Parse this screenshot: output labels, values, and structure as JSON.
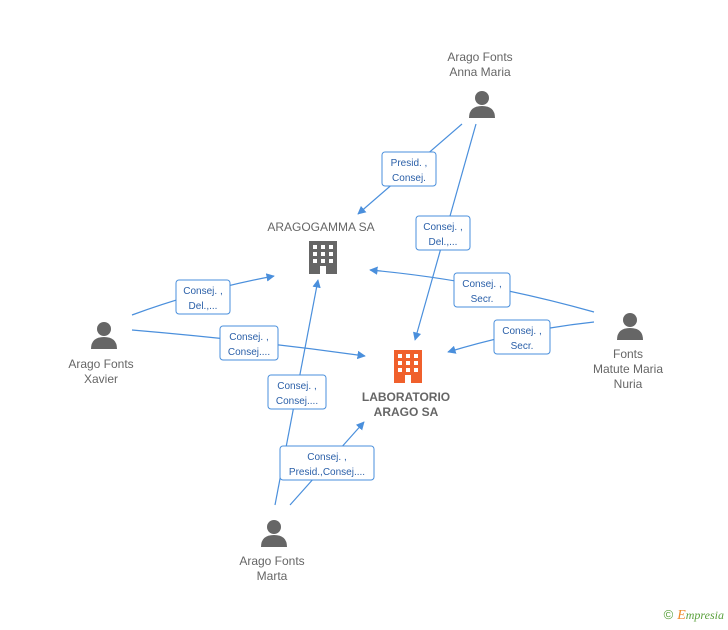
{
  "colors": {
    "edge": "#4a8fdc",
    "person": "#666666",
    "company": "#666666",
    "main_company": "#f0602c"
  },
  "nodes": {
    "anna_maria": {
      "line1": "Arago Fonts",
      "line2": "Anna Maria",
      "icon": "person-icon"
    },
    "xavier": {
      "line1": "Arago Fonts",
      "line2": "Xavier",
      "icon": "person-icon"
    },
    "marta": {
      "line1": "Arago Fonts",
      "line2": "Marta",
      "icon": "person-icon"
    },
    "nuria": {
      "line1": "Fonts",
      "line2": "Matute Maria",
      "line3": "Nuria",
      "icon": "person-icon"
    },
    "aragogamma": {
      "line1": "ARAGOGAMMA SA",
      "icon": "building-icon"
    },
    "laboratorio": {
      "line1": "LABORATORIO",
      "line2": "ARAGO SA",
      "icon": "building-icon"
    }
  },
  "edges": {
    "anna_aragogamma": {
      "line1": "Presid. ,",
      "line2": "Consej."
    },
    "anna_laboratorio": {
      "line1": "Consej. ,",
      "line2": "Del.,..."
    },
    "xavier_aragogamma": {
      "line1": "Consej. ,",
      "line2": "Del.,..."
    },
    "xavier_laboratorio": {
      "line1": "Consej. ,",
      "line2": "Consej...."
    },
    "nuria_aragogamma": {
      "line1": "Consej. ,",
      "line2": "Secr."
    },
    "nuria_laboratorio": {
      "line1": "Consej. ,",
      "line2": "Secr."
    },
    "marta_aragogamma": {
      "line1": "Consej. ,",
      "line2": "Consej...."
    },
    "marta_laboratorio": {
      "line1": "Consej. ,",
      "line2": "Presid.,Consej...."
    }
  },
  "brand": {
    "copyright": "©",
    "e": "E",
    "rest": "mpresia"
  }
}
